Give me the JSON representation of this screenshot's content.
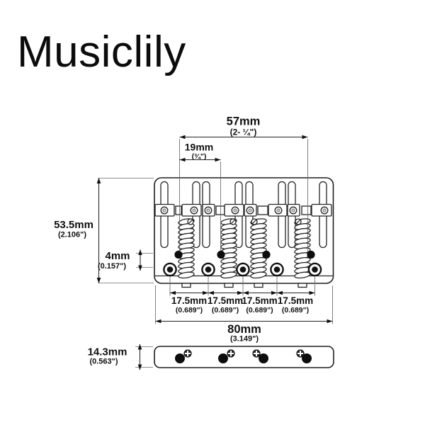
{
  "brand": "Musiclily",
  "colors": {
    "background": "#ffffff",
    "line": "#1f1f1f",
    "text": "#101010"
  },
  "dimensions": {
    "string_span": {
      "mm": "57mm",
      "inch": "(2- ¼\")"
    },
    "string_spacing": {
      "mm": "19mm",
      "inch": "(¾\")"
    },
    "plate_depth": {
      "mm": "53.5mm",
      "inch": "(2.106\")"
    },
    "hole_offset": {
      "mm": "4mm",
      "inch": "(0.157\")"
    },
    "screw_spacing": {
      "mm": "17.5mm",
      "inch": "(0.689\")"
    },
    "plate_width": {
      "mm": "80mm",
      "inch": "(3.149\")"
    },
    "plate_height": {
      "mm": "14.3mm",
      "inch": "(0.563\")"
    }
  }
}
